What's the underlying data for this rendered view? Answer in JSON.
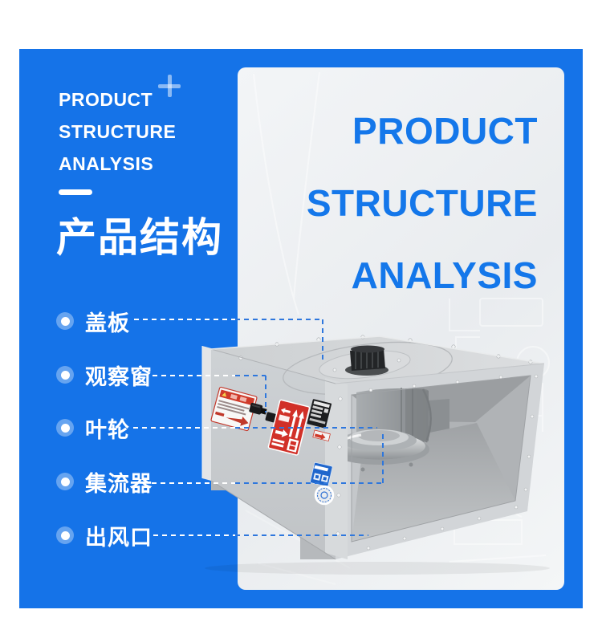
{
  "poster": {
    "brand": {
      "line1": "PRODUCT",
      "line2": "STRUCTURE",
      "line3": "ANALYSIS",
      "cn_title": "产品结构"
    },
    "headline": {
      "line1": "PRODUCT",
      "line2": "STRUCTURE",
      "line3": "ANALYSIS"
    },
    "part_labels": [
      {
        "text": "盖板"
      },
      {
        "text": "观察窗"
      },
      {
        "text": "叶轮"
      },
      {
        "text": "集流器"
      },
      {
        "text": "出风口"
      }
    ],
    "icons": {
      "plus": "plus-icon",
      "bullet": "bullet-dot-icon",
      "underline_bar": "divider-bar",
      "fan_photo": "duct-fan-photo-illustration",
      "stickers": [
        "warning-sticker",
        "shipping-orientation-sticker",
        "spec-plate-sticker",
        "arrow-strip-sticker",
        "blue-spec-sticker",
        "round-seal-badge"
      ]
    },
    "colors": {
      "panel_blue": "#1573E8",
      "headline_blue": "#1477EA",
      "dash_blue": "#2E77DD",
      "dash_white": "#FFFFFF",
      "card_gray": "#EFF1F3",
      "sticker_red": "#D13028",
      "fan_gray": "#C9CCCF",
      "background": "#FFFFFF"
    }
  }
}
